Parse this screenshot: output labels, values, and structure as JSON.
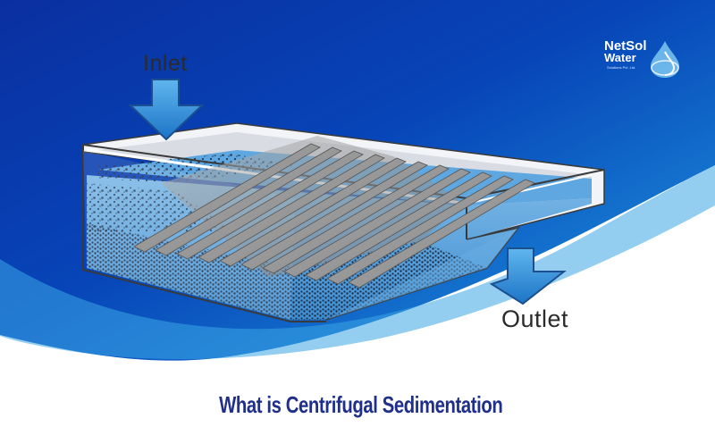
{
  "diagram": {
    "labels": {
      "inlet": "Inlet",
      "outlet": "Outlet"
    },
    "caption": "What is Centrifugal Sedimentation",
    "logo": {
      "name": "NetSol",
      "subname": "Water",
      "tagline": "Solutions Pvt. Ltd."
    },
    "colors": {
      "background_dark": "#0736a8",
      "background_light": "#1b8fd6",
      "water": "#4a9ad8",
      "plate": "#8e8e8e",
      "arrow": "#2a8fd6",
      "caption": "#1f2f8a"
    },
    "icons": [
      "inlet-arrow-icon",
      "outlet-arrow-icon",
      "water-drop-icon"
    ]
  }
}
